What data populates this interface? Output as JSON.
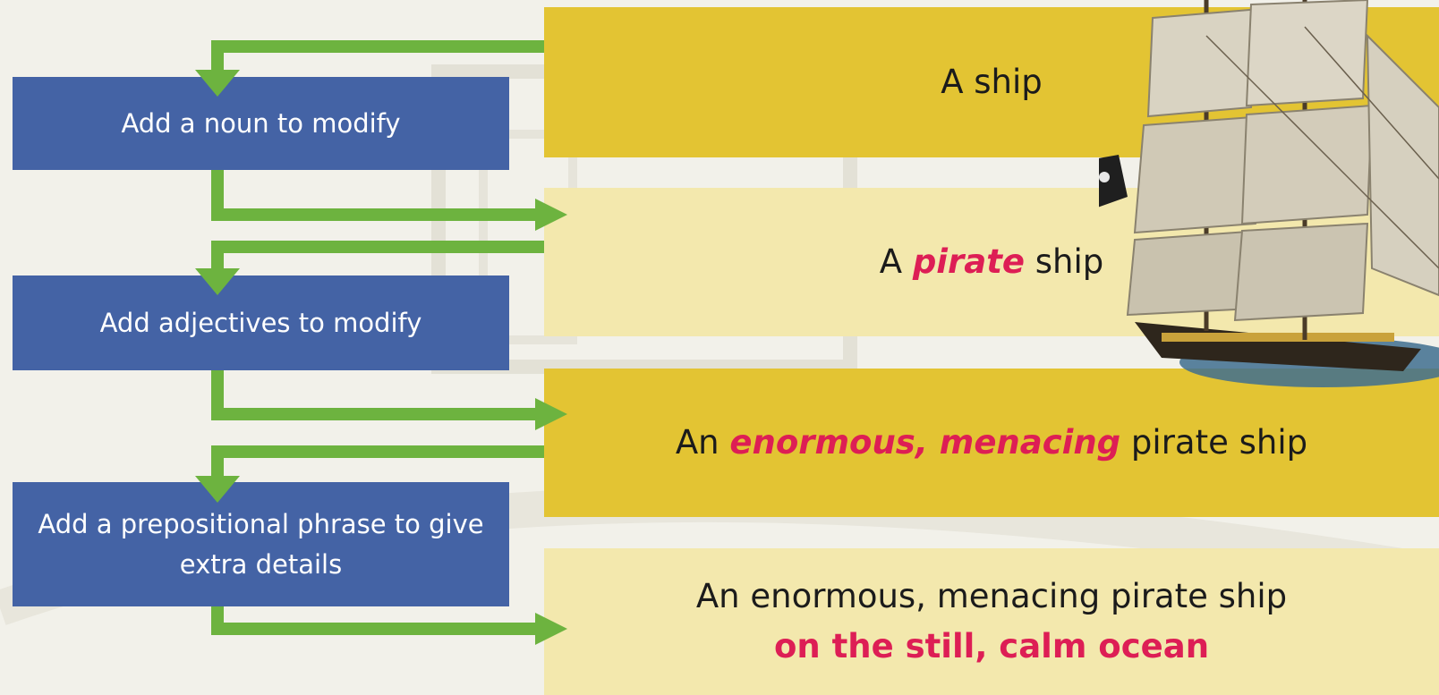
{
  "colors": {
    "step_box": "#4463a5",
    "band_dark": "#e3c433",
    "band_light": "#f3e8ad",
    "arrow": "#6db33f",
    "highlight": "#dd1e55"
  },
  "steps": [
    {
      "label": "Add a noun to modify"
    },
    {
      "label": "Add adjectives to modify"
    },
    {
      "label": "Add a prepositional phrase to give extra details"
    }
  ],
  "bands": [
    {
      "before": "A ship",
      "highlight": "",
      "after": ""
    },
    {
      "before": "A ",
      "highlight": "pirate",
      "after": " ship"
    },
    {
      "before": "An ",
      "highlight": "enormous, menacing",
      "after": " pirate ship"
    },
    {
      "before": "An enormous, menacing pirate ship",
      "highlight": "on the still, calm ocean",
      "after": ""
    }
  ],
  "illustration": {
    "icon": "pirate-ship-icon"
  }
}
